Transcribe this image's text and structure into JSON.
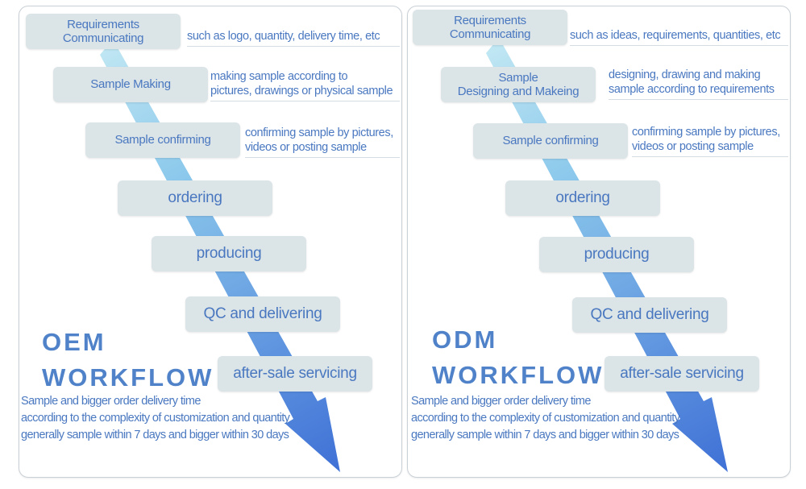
{
  "colors": {
    "accent_text": "#4a78c0",
    "title_text": "#4f82c8",
    "box_fill": "#dbe4e7",
    "arrow_light": "#bfe6f3",
    "arrow_dark": "#3f70d6"
  },
  "oem": {
    "title_lines": [
      "OEM",
      "WORKFLOW"
    ],
    "steps": [
      {
        "label": "Requirements\nCommunicating",
        "note": "such as logo, quantity, delivery time, etc"
      },
      {
        "label": "Sample Making",
        "note": "making sample according to\npictures, drawings or physical sample"
      },
      {
        "label": "Sample confirming",
        "note": "confirming sample by pictures,\nvideos or posting sample"
      },
      {
        "label": "ordering"
      },
      {
        "label": "producing"
      },
      {
        "label": "QC and delivering"
      },
      {
        "label": "after-sale servicing"
      }
    ],
    "footnote_lines": [
      "Sample and bigger order delivery time",
      "according to the complexity of customization and  quantity",
      "generally sample within 7 days and bigger within 30 days"
    ]
  },
  "odm": {
    "title_lines": [
      "ODM",
      "WORKFLOW"
    ],
    "steps": [
      {
        "label": "Requirements\nCommunicating",
        "note": "such as ideas, requirements, quantities, etc"
      },
      {
        "label": "Sample\nDesigning and Makeing",
        "note": "designing, drawing and making\nsample according to requirements"
      },
      {
        "label": "Sample confirming",
        "note": "confirming sample by pictures,\nvideos or posting sample"
      },
      {
        "label": "ordering"
      },
      {
        "label": "producing"
      },
      {
        "label": "QC and delivering"
      },
      {
        "label": "after-sale servicing"
      }
    ],
    "footnote_lines": [
      "Sample and bigger order delivery time",
      "according to the complexity of customization and  quantity",
      "generally sample within 7 days and bigger within 30 days"
    ]
  }
}
